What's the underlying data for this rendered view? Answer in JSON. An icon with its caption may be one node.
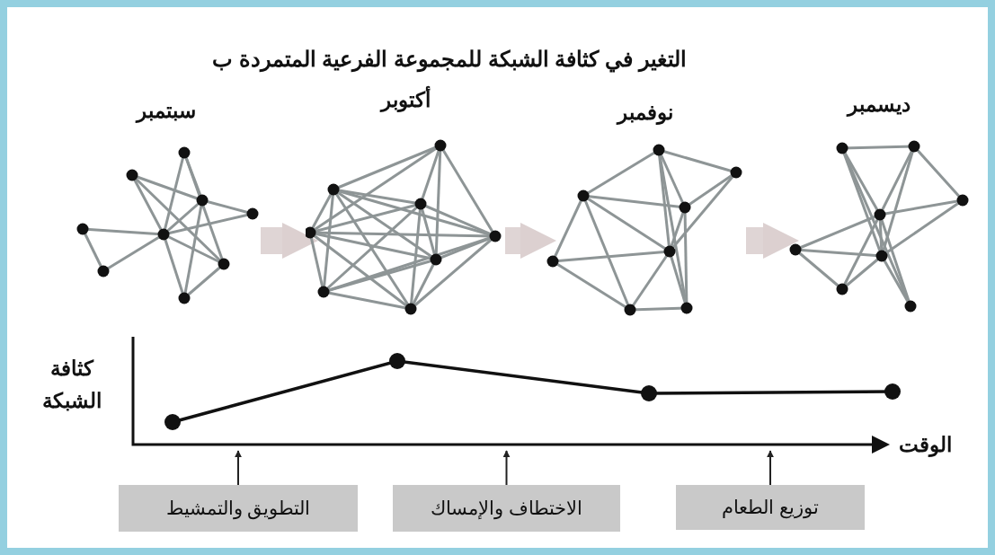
{
  "diagram": {
    "title": "التغير في كثافة الشبكة للمجموعة الفرعية المتمردة ب",
    "nodes": [
      {
        "text": [
          "سبتمبر"
        ]
      },
      {
        "text": [
          "أكتوبر"
        ]
      },
      {
        "text": [
          "نوفمبر"
        ]
      },
      {
        "text": [
          "ديسمبر"
        ]
      },
      {
        "text": [
          "التطويق والتمشيط"
        ]
      },
      {
        "text": [
          "الاختطاف والإمساك"
        ]
      },
      {
        "text": [
          "توزيع الطعام"
        ]
      }
    ],
    "edges": [
      {
        "from": 0,
        "to": 1,
        "arrow": "to",
        "style": "thick",
        "color": "#dcd0d0"
      },
      {
        "from": 1,
        "to": 2,
        "arrow": "to",
        "style": "thick",
        "color": "#dcd0d0"
      },
      {
        "from": 2,
        "to": 3,
        "arrow": "to",
        "style": "thick",
        "color": "#dcd0d0"
      },
      {
        "from": 4,
        "to": null,
        "arrow": "to",
        "color": "#222222"
      },
      {
        "from": 5,
        "to": null,
        "arrow": "to",
        "color": "#222222"
      },
      {
        "from": 6,
        "to": null,
        "arrow": "to",
        "color": "#222222"
      }
    ],
    "labels": [
      "كثافة الشبكة",
      "الوقت"
    ]
  }
}
